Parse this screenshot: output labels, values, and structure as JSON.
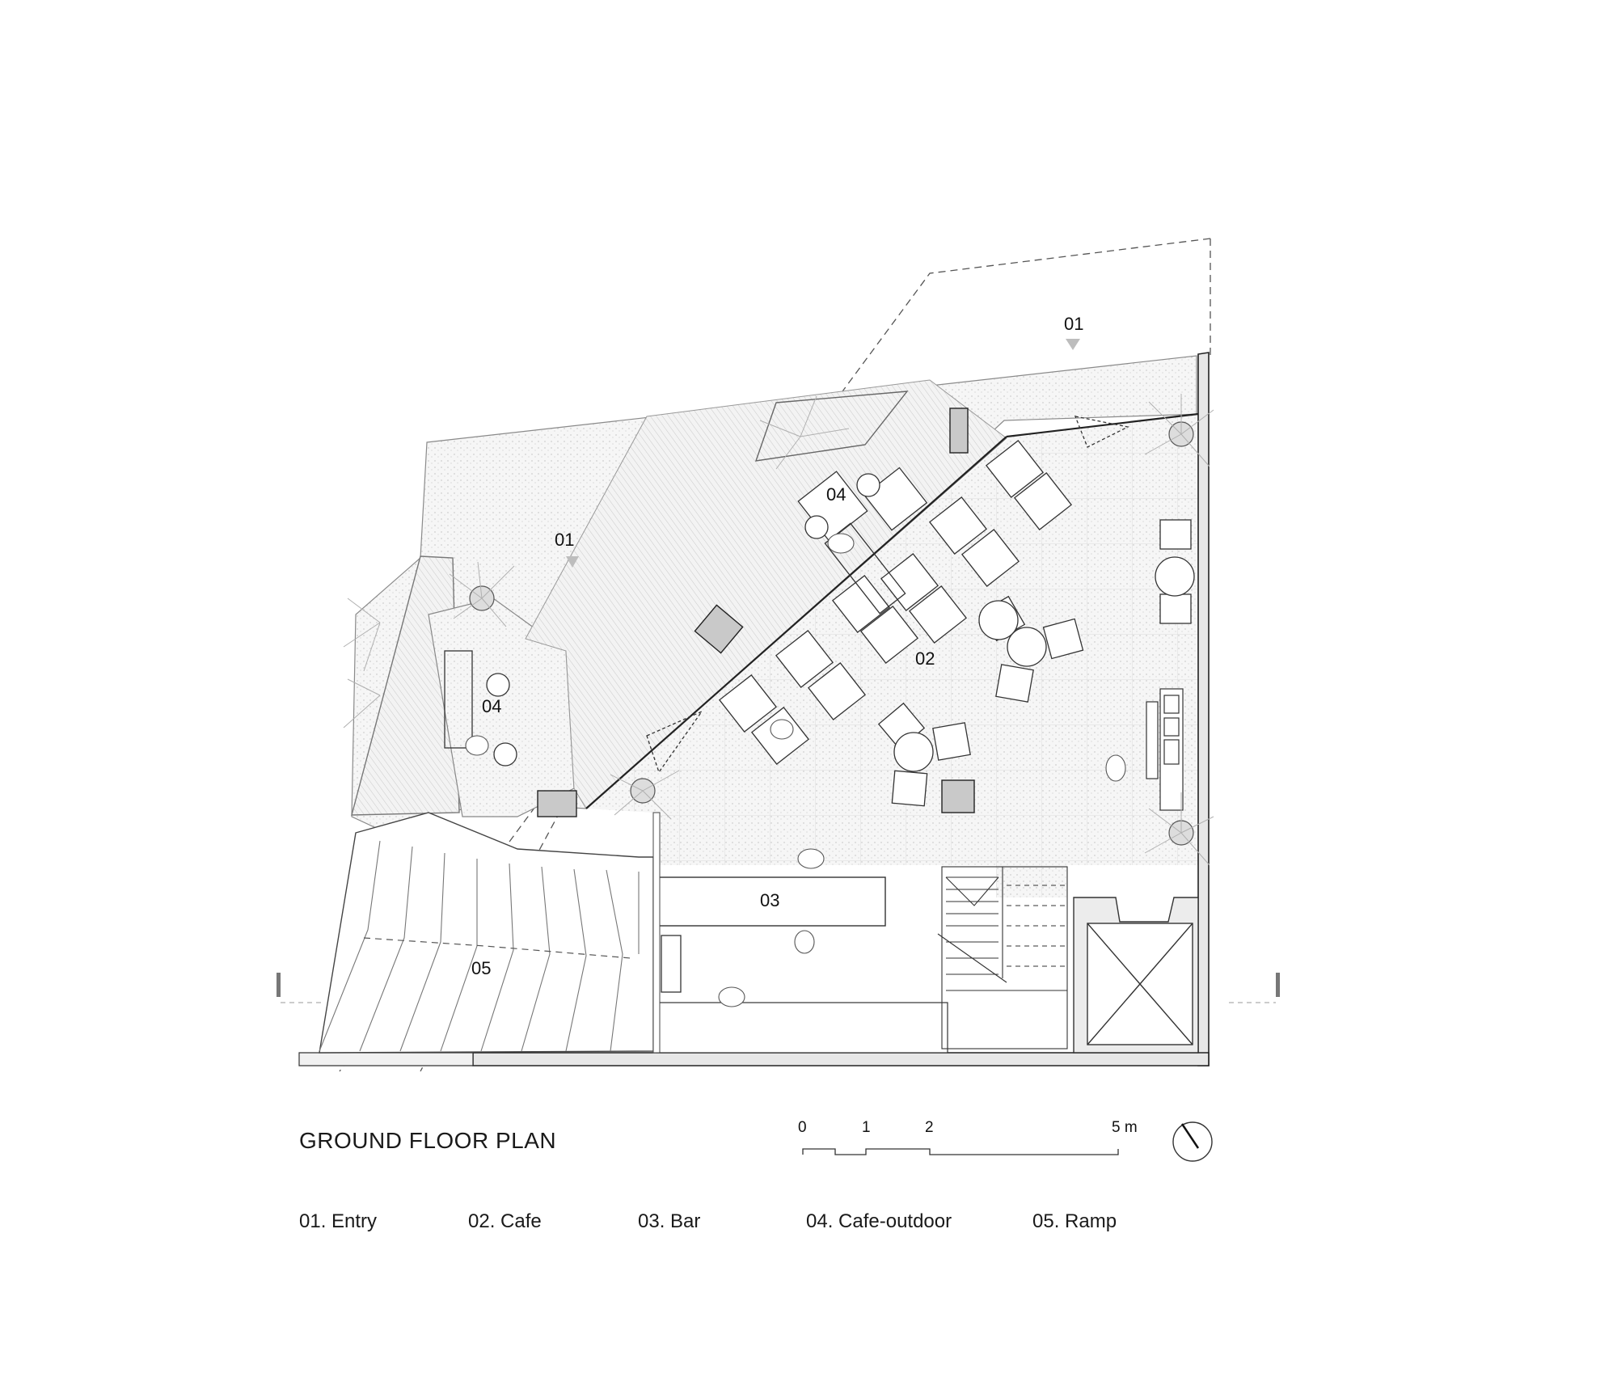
{
  "plan": {
    "title": "GROUND FLOOR PLAN",
    "room_labels": {
      "entry_top": "01",
      "entry_left": "01",
      "cafe": "02",
      "bar": "03",
      "outdoor_upper": "04",
      "outdoor_left": "04",
      "ramp": "05"
    },
    "legend": [
      "01. Entry",
      "02. Cafe",
      "03. Bar",
      "04. Cafe-outdoor",
      "05. Ramp"
    ],
    "scale_bar": {
      "ticks": [
        "0",
        "1",
        "2",
        "5 m"
      ]
    },
    "north_arrow": "north-arrow-icon",
    "section_marks": 2
  }
}
